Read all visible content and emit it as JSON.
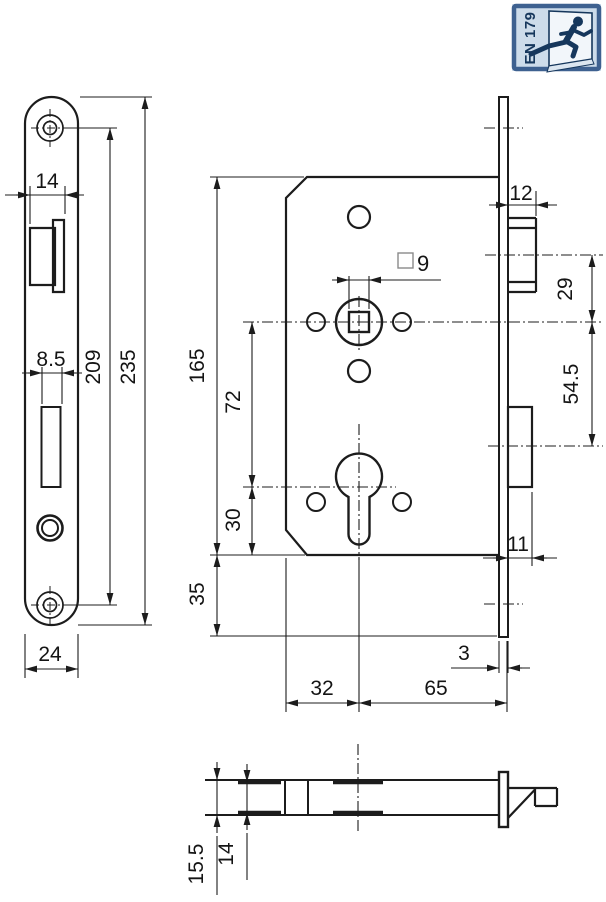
{
  "badge": {
    "standard": "EN 179"
  },
  "front_view": {
    "latch_width": "14",
    "slot_width": "8.5",
    "screw_spacing": "209",
    "plate_height": "235",
    "plate_width": "24"
  },
  "case_view": {
    "case_height": "165",
    "follower_to_cylinder": "72",
    "cylinder_to_bottom": "30",
    "plate_overhang": "35",
    "spindle_square": "9",
    "latch_projection": "12",
    "latch_to_follower": "29",
    "follower_to_deadbolt": "54.5",
    "deadbolt_projection": "11",
    "faceplate_thickness": "3",
    "edge_to_axis": "32",
    "backset": "65"
  },
  "top_view": {
    "outer_thickness": "15.5",
    "inner_thickness": "14"
  }
}
